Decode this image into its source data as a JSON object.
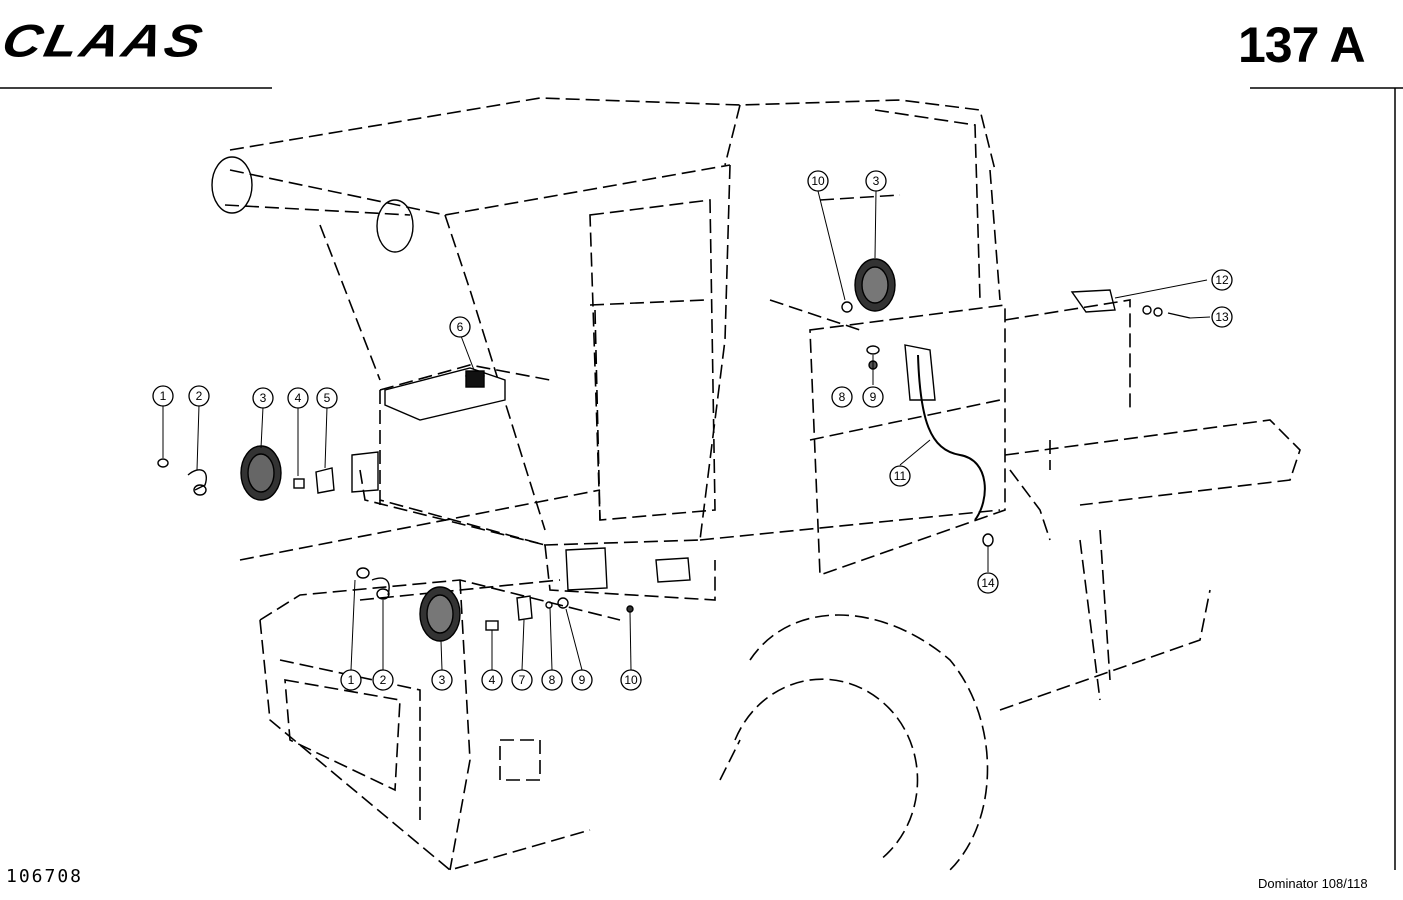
{
  "header": {
    "brand": "CLAAS",
    "page_number": "137 A"
  },
  "footer": {
    "drawing_number": "106708",
    "model": "Dominator 108/118"
  },
  "callouts": [
    {
      "id": "c1a",
      "label": "1"
    },
    {
      "id": "c2a",
      "label": "2"
    },
    {
      "id": "c3a",
      "label": "3"
    },
    {
      "id": "c4a",
      "label": "4"
    },
    {
      "id": "c5a",
      "label": "5"
    },
    {
      "id": "c6a",
      "label": "6"
    },
    {
      "id": "c10a",
      "label": "10"
    },
    {
      "id": "c3b",
      "label": "3"
    },
    {
      "id": "c12a",
      "label": "12"
    },
    {
      "id": "c13a",
      "label": "13"
    },
    {
      "id": "c8a",
      "label": "8"
    },
    {
      "id": "c9a",
      "label": "9"
    },
    {
      "id": "c11a",
      "label": "11"
    },
    {
      "id": "c14a",
      "label": "14"
    },
    {
      "id": "c1b",
      "label": "1"
    },
    {
      "id": "c2b",
      "label": "2"
    },
    {
      "id": "c3c",
      "label": "3"
    },
    {
      "id": "c4b",
      "label": "4"
    },
    {
      "id": "c7a",
      "label": "7"
    },
    {
      "id": "c8b",
      "label": "8"
    },
    {
      "id": "c9b",
      "label": "9"
    },
    {
      "id": "c10b",
      "label": "10"
    }
  ]
}
